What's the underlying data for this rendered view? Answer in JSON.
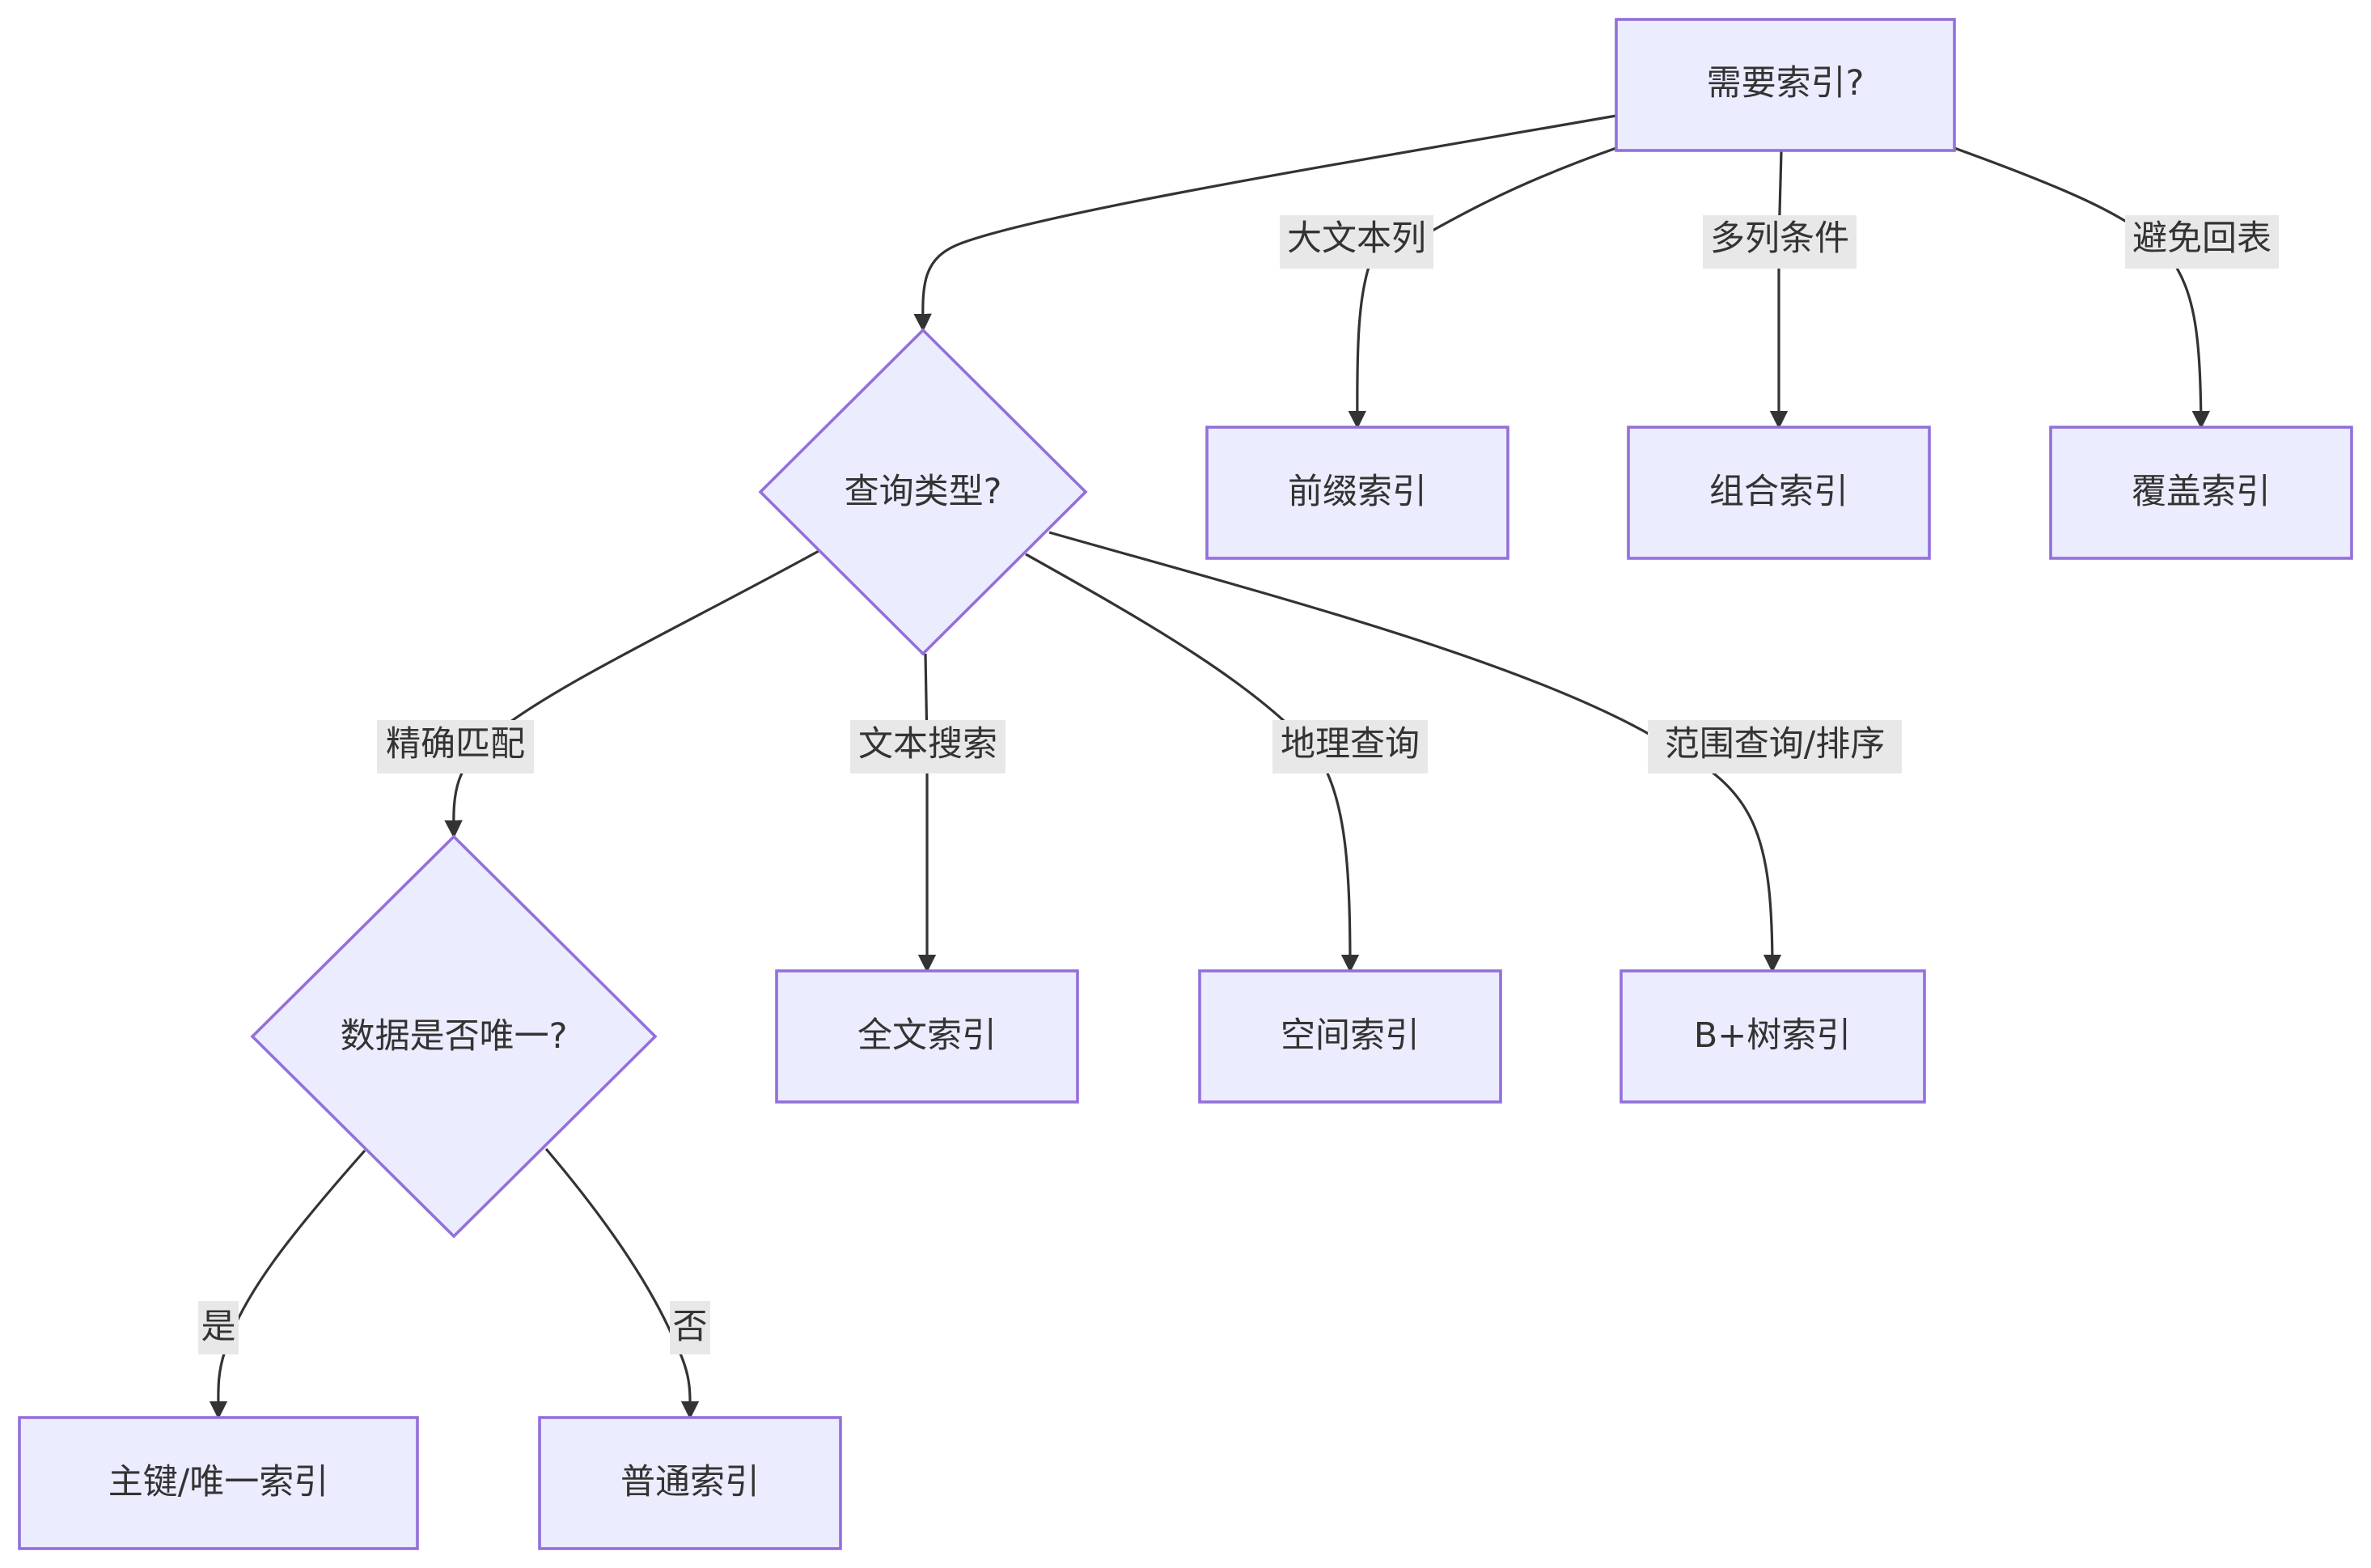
{
  "colors": {
    "node_fill": "#ECECFF",
    "node_stroke": "#9370DB",
    "edge": "#333333",
    "label_bg": "#e8e8e8",
    "text": "#333333"
  },
  "nodes": {
    "need_index": "需要索引?",
    "query_type": "查询类型?",
    "prefix_index": "前缀索引",
    "composite_index": "组合索引",
    "covering_index": "覆盖索引",
    "data_unique": "数据是否唯一?",
    "fulltext_index": "全文索引",
    "spatial_index": "空间索引",
    "btree_index": "B+树索引",
    "primary_unique_index": "主键/唯一索引",
    "normal_index": "普通索引"
  },
  "edges": {
    "large_text_col": "大文本列",
    "multi_col_cond": "多列条件",
    "avoid_lookup": "避免回表",
    "exact_match": "精确匹配",
    "text_search": "文本搜索",
    "geo_query": "地理查询",
    "range_sort": "范围查询/排序",
    "yes": "是",
    "no": "否"
  }
}
